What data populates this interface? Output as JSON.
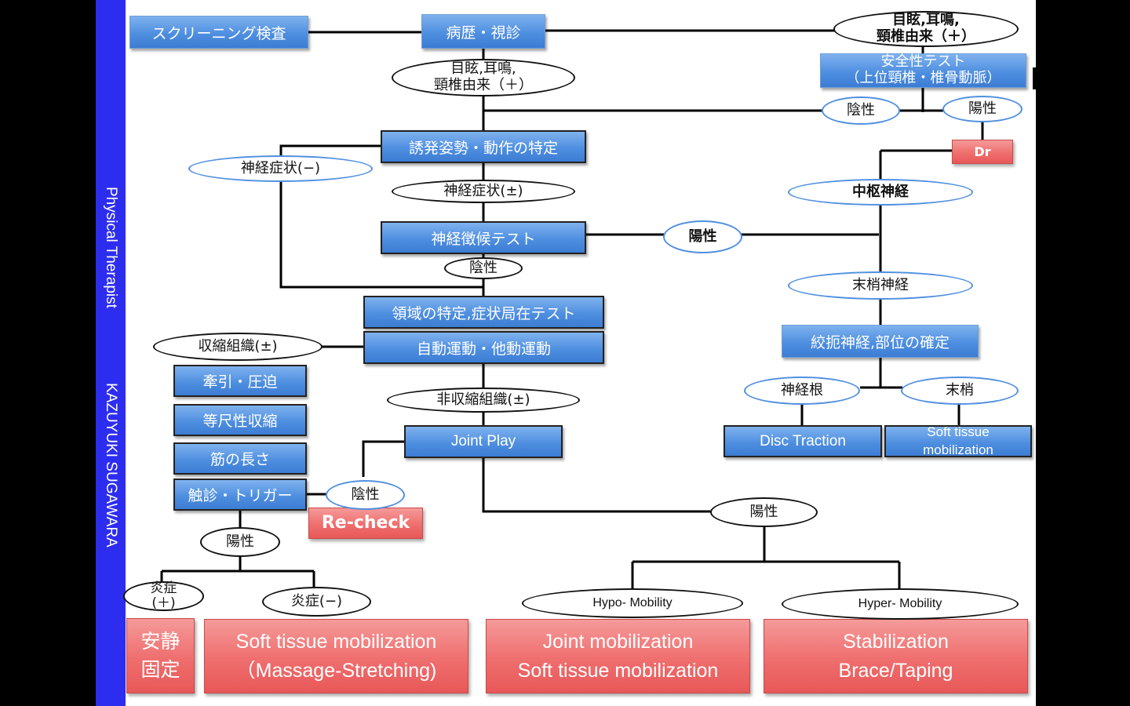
{
  "sidebar": {
    "line1": "Physical Therapist",
    "line2": "KAZUYUKI SUGAWARA",
    "color": "#2d2df0"
  },
  "boxes": {
    "screening": "スクリーニング検査",
    "history": "病歴・視診",
    "safety_test": "安全性テスト\n（上位頸椎・椎骨動脈）",
    "dr": "Dr",
    "provocative": "誘発姿勢・動作の特定",
    "neuro_test": "神経徴候テスト",
    "region_test": "領域の特定,症状局在テスト",
    "active_passive": "自動運動・他動運動",
    "traction": "牽引・圧迫",
    "isometric": "等尺性収縮",
    "muscle_length": "筋の長さ",
    "palpation": "触診・トリガー",
    "recheck": "Re-check",
    "joint_play": "Joint Play",
    "strangulation": "絞扼神経,部位の確定",
    "disc_traction": "Disc Traction",
    "soft_tissue_small": "Soft tissue\nmobilization",
    "rest": "安静\n固定",
    "soft_tissue_massage": "Soft tissue mobilization\n（Massage-Stretching)",
    "joint_mob": "Joint mobilization\nSoft tissue mobilization",
    "stabilization": "Stabilization\nBrace/Taping"
  },
  "ovals": {
    "vertigo_top": "目眩,耳鳴,\n頸椎由来（＋）",
    "vertigo_mid": "目眩,耳鳴,\n頸椎由来（＋）",
    "negative_top": "陰性",
    "positive_top": "陽性",
    "neuro_minus": "神経症状(−)",
    "neuro_pm": "神経症状(±)",
    "central": "中枢神経",
    "positive_neuro": "陽性",
    "negative_neuro": "陰性",
    "peripheral": "末梢神経",
    "contractile": "収縮組織(±)",
    "noncontractile": "非収縮組織(±)",
    "nerve_root": "神経根",
    "periphery": "末梢",
    "negative_palp": "陰性",
    "positive_palp": "陽性",
    "positive_jp": "陽性",
    "inflam_plus": "炎症\n(＋)",
    "inflam_minus": "炎症(−)",
    "hypo": "Hypo- Mobility",
    "hyper": "Hyper- Mobility"
  }
}
